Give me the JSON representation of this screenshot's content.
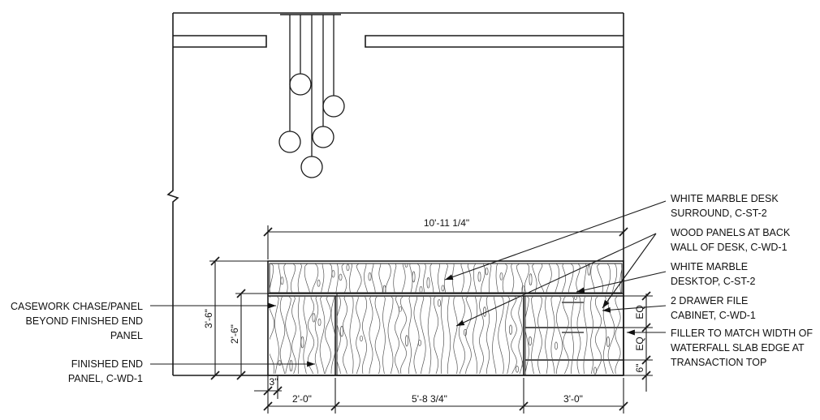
{
  "dimensions": {
    "overall_width": "10'-11 1/4\"",
    "overall_height": "3'-6\"",
    "desktop_height": "2'-6\"",
    "end_panel": "3\"",
    "left_section": "2'-0\"",
    "middle_section": "5'-8 3/4\"",
    "right_section": "3'-0\"",
    "eq_top": "EQ",
    "eq_bottom": "EQ",
    "base": "6\""
  },
  "callouts": {
    "marble_surround": [
      "WHITE MARBLE DESK",
      "SURROUND, C-ST-2"
    ],
    "wood_panels": [
      "WOOD PANELS AT BACK",
      "WALL OF DESK, C-WD-1"
    ],
    "marble_desktop": [
      "WHITE MARBLE",
      "DESKTOP, C-ST-2"
    ],
    "file_cabinet": [
      "2 DRAWER FILE",
      "CABINET, C-WD-1"
    ],
    "filler": [
      "FILLER TO MATCH WIDTH OF",
      "WATERFALL SLAB EDGE AT",
      "TRANSACTION TOP"
    ],
    "casework_chase": [
      "CASEWORK CHASE/PANEL",
      "BEYOND FINISHED END",
      "PANEL"
    ],
    "finished_end": [
      "FINISHED END",
      "PANEL, C-WD-1"
    ]
  }
}
